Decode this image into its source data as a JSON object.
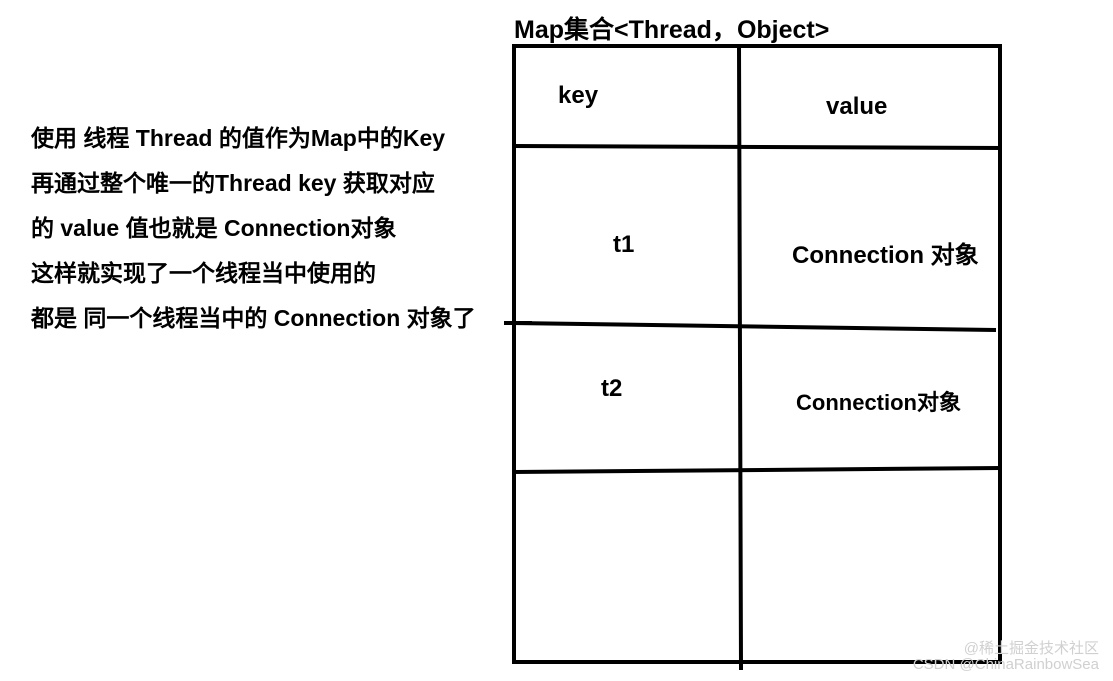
{
  "caption": "Map集合<Thread，Object>",
  "description_lines": [
    "使用 线程 Thread 的值作为Map中的Key",
    "再通过整个唯一的Thread key 获取对应",
    "的 value 值也就是 Connection对象",
    "这样就实现了一个线程当中使用的",
    "都是 同一个线程当中的 Connection 对象了"
  ],
  "table": {
    "headers": {
      "key": "key",
      "value": "value"
    },
    "rows": [
      {
        "key": "t1",
        "value": "Connection 对象"
      },
      {
        "key": "t2",
        "value": "Connection对象"
      },
      {
        "key": "",
        "value": ""
      }
    ]
  },
  "watermark": {
    "line1": "@稀土掘金技术社区",
    "line2": "CSDN @ChinaRainbowSea"
  }
}
